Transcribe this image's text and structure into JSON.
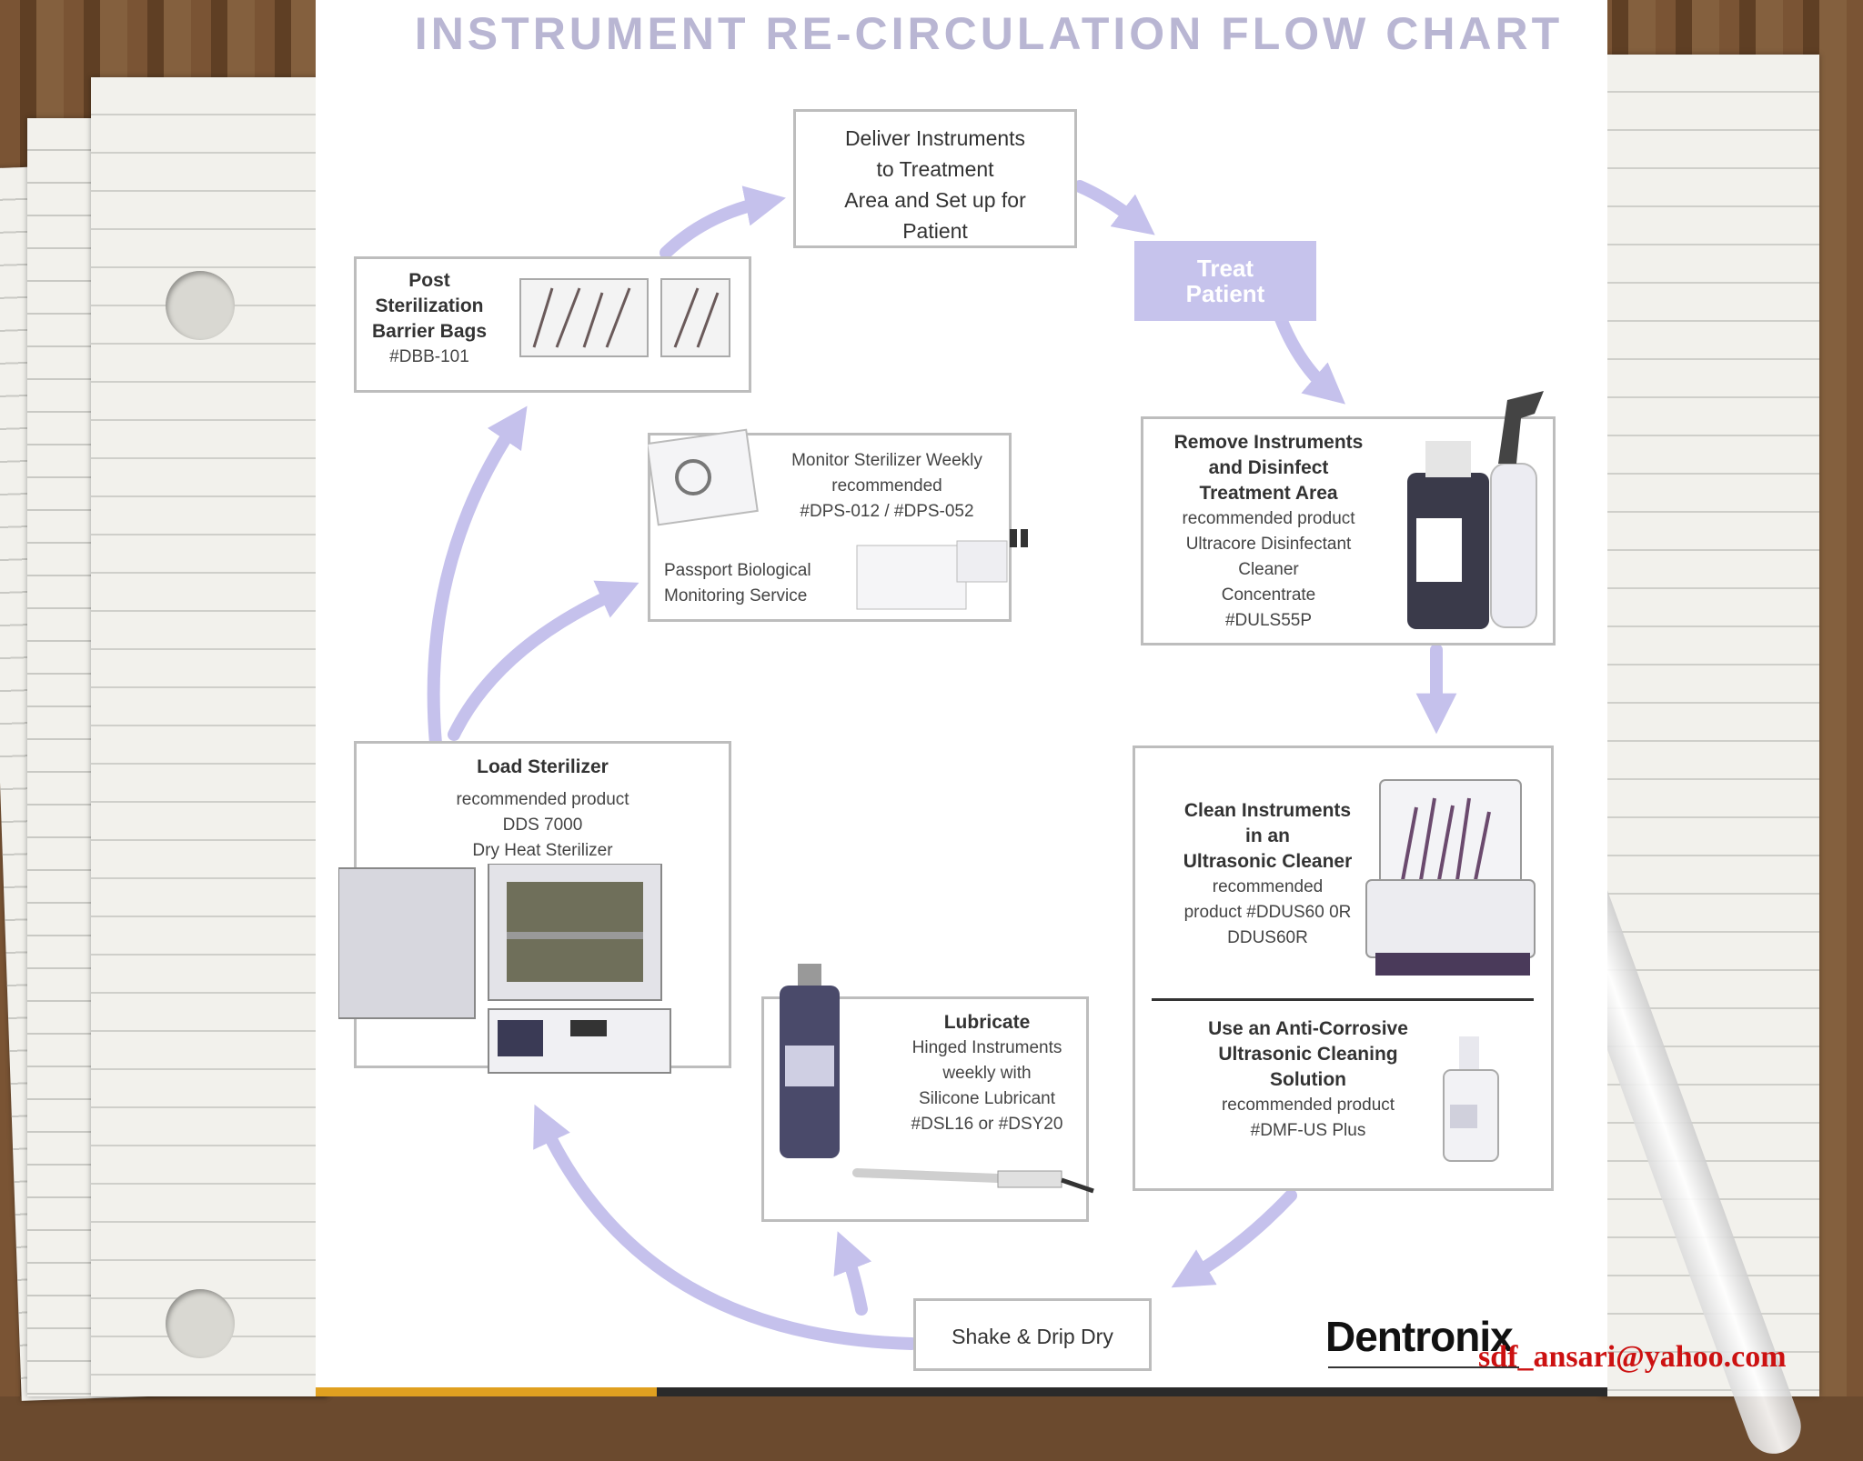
{
  "title": "INSTRUMENT RE-CIRCULATION FLOW CHART",
  "steps": {
    "deliver": {
      "text": [
        "Deliver Instruments",
        "to Treatment",
        "Area and Set up for",
        "Patient"
      ]
    },
    "treat": {
      "text": [
        "Treat",
        "Patient"
      ]
    },
    "remove": {
      "title": [
        "Remove Instruments",
        "and Disinfect",
        "Treatment Area"
      ],
      "detail": [
        "recommended product",
        "Ultracore Disinfectant",
        "Cleaner",
        "Concentrate",
        "#DULS55P"
      ]
    },
    "clean": {
      "title": [
        "Clean Instruments",
        "in an",
        "Ultrasonic Cleaner"
      ],
      "detail": [
        "recommended",
        "product #DDUS60 0R",
        "DDUS60R"
      ]
    },
    "anticorrosive": {
      "title": [
        "Use an Anti-Corrosive",
        "Ultrasonic Cleaning",
        "Solution"
      ],
      "detail": [
        "recommended product",
        "#DMF-US Plus"
      ]
    },
    "shake": {
      "text": "Shake & Drip Dry"
    },
    "lubricate": {
      "title": "Lubricate",
      "detail": [
        "Hinged Instruments",
        "weekly with",
        "Silicone Lubricant",
        "#DSL16 or #DSY20"
      ]
    },
    "load": {
      "title": "Load Sterilizer",
      "detail": [
        "recommended product",
        "DDS 7000",
        "Dry Heat Sterilizer"
      ]
    },
    "monitor": {
      "text": [
        "Monitor Sterilizer Weekly",
        "recommended",
        "#DPS-012 / #DPS-052"
      ],
      "service": [
        "Passport Biological",
        "Monitoring Service"
      ]
    },
    "post": {
      "title": [
        "Post",
        "Sterilization",
        "Barrier Bags"
      ],
      "detail": "#DBB-101"
    }
  },
  "brand": "Dentronix",
  "email": "sdf_ansari@yahoo.com",
  "colors": {
    "arrow": "#c5c1ec",
    "treat_box": "#c6c3ec",
    "title": "#b9b6d3",
    "email": "#cc1111"
  }
}
